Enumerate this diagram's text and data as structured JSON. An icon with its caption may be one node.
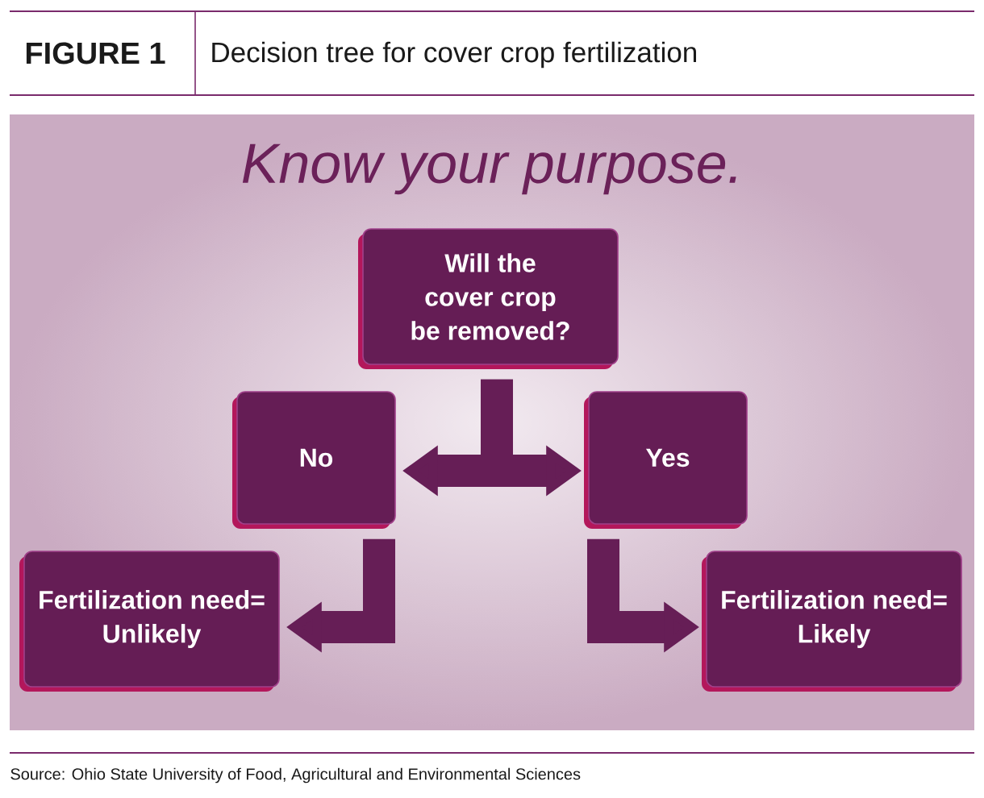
{
  "diagram": {
    "title": "Decision tree for cover crop fertilization",
    "caption": "Source: Ohio State University of Food, Agricultural and Environmental Sciences",
    "nodes": [
      {
        "text": [
          "Will the cover crop be removed?"
        ]
      },
      {
        "text": [
          "No"
        ]
      },
      {
        "text": [
          "Yes"
        ]
      },
      {
        "text": [
          "Fertilization need= Unlikely"
        ]
      },
      {
        "text": [
          "Fertilization need= Likely"
        ]
      }
    ],
    "edges": [
      {
        "from": 0,
        "to": 1,
        "arrow": "to"
      },
      {
        "from": 0,
        "to": 2,
        "arrow": "to"
      },
      {
        "from": 1,
        "to": 3,
        "arrow": "to"
      },
      {
        "from": 2,
        "to": 4,
        "arrow": "to"
      }
    ],
    "labels": [
      "FIGURE 1",
      "Know your purpose."
    ]
  }
}
